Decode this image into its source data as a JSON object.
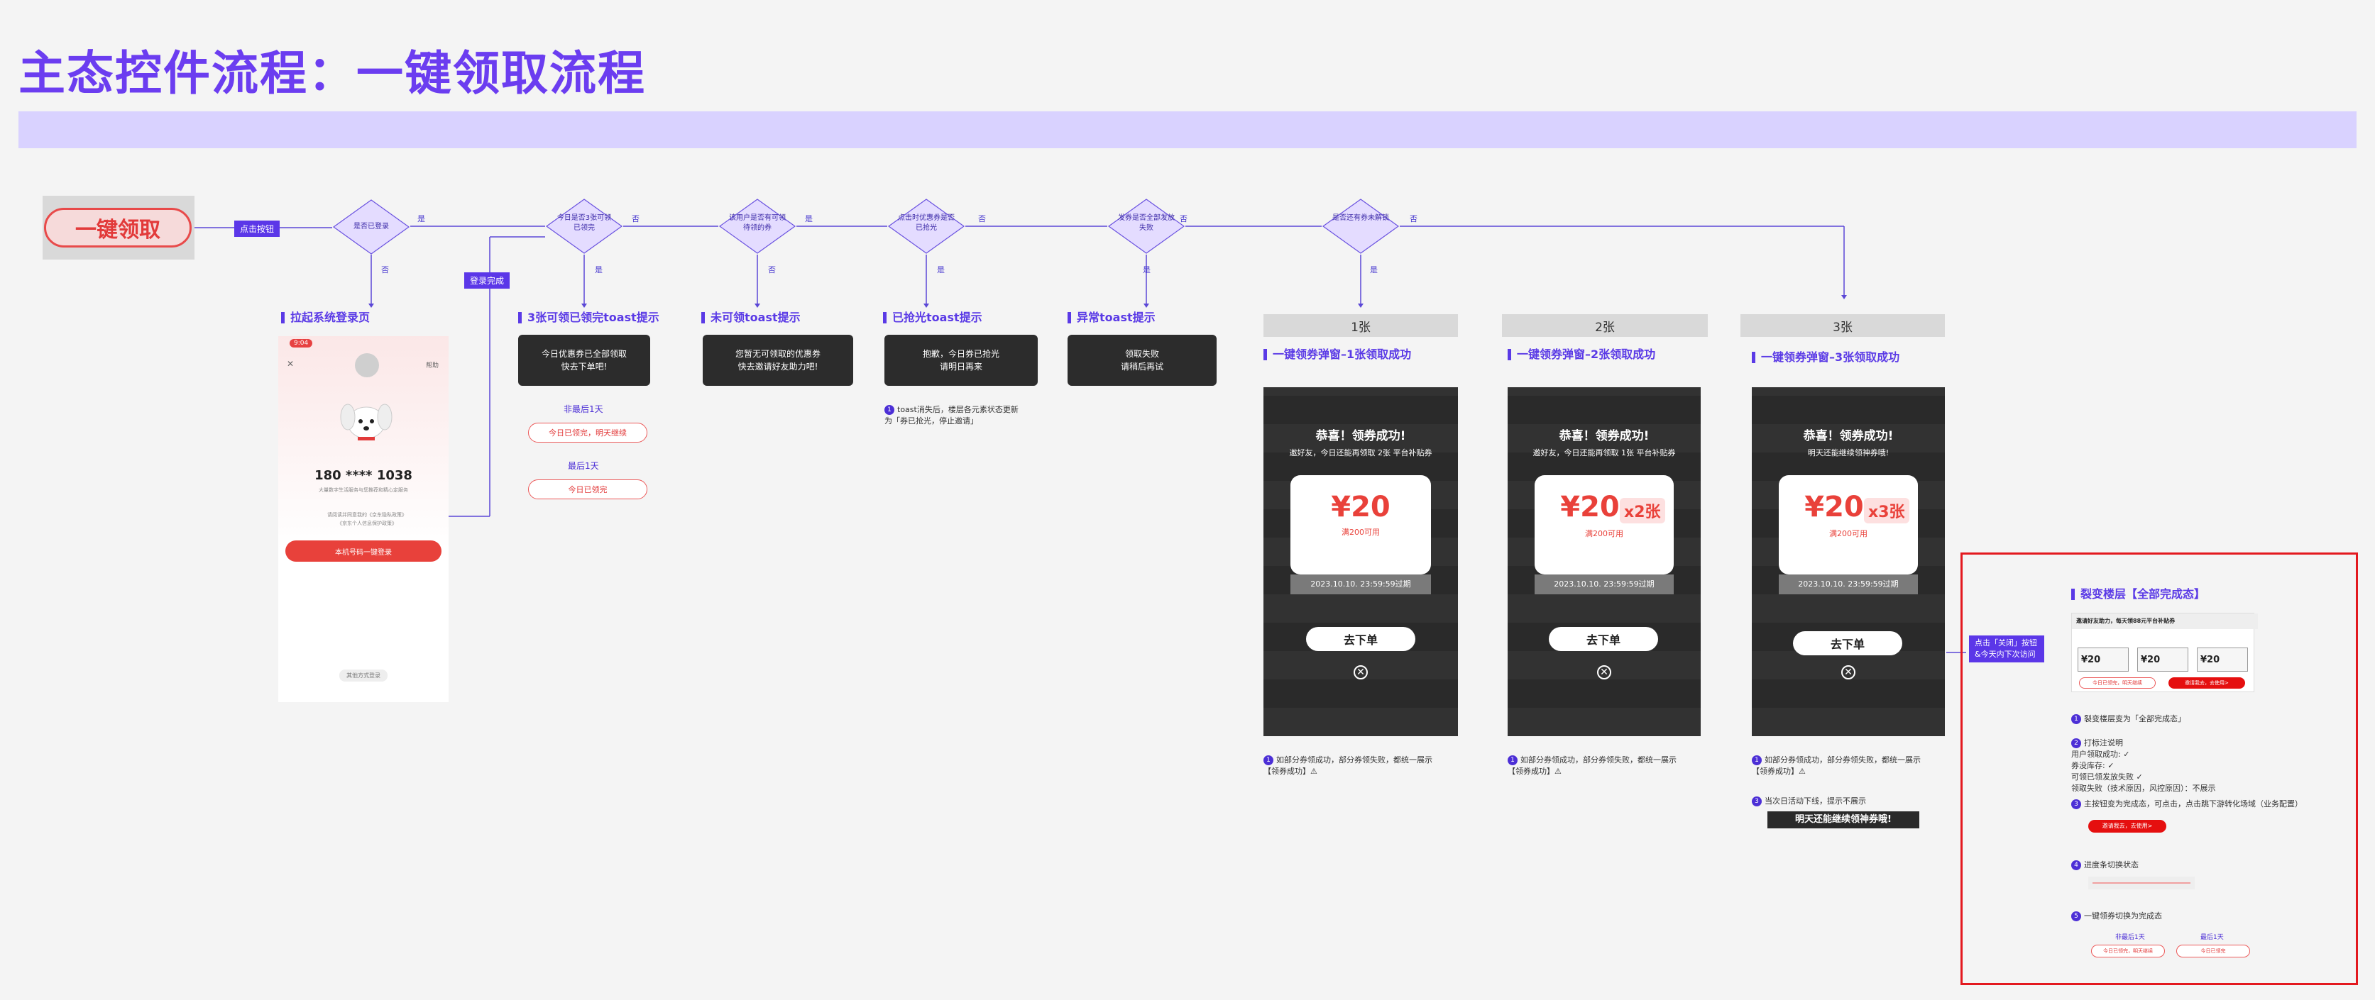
{
  "title": "主态控件流程：一键领取流程",
  "start_button": "一键领取",
  "tags": {
    "click": "点击按钮",
    "login_done": "登录完成",
    "close_click": "点击「关闭」按钮\n&今天内下次访问"
  },
  "decisions": [
    {
      "label": "是否已登录",
      "yes": "是",
      "no": "否"
    },
    {
      "label": "今日是否3张可领已领完",
      "yes": "否",
      "no": "是"
    },
    {
      "label": "该用户是否有可领待领的券",
      "yes": "是",
      "no": "否"
    },
    {
      "label": "点击时优惠券是否已抢光",
      "yes": "否",
      "no": "是"
    },
    {
      "label": "发券是否全部发放失败",
      "yes": "否",
      "no": "是"
    },
    {
      "label": "是否还有券未解锁",
      "yes": "否",
      "no": "是"
    }
  ],
  "login": {
    "title": "拉起系统登录页",
    "time": "9:04",
    "help": "帮助",
    "phone": "180 **** 1038",
    "sub": "大量数字生活服务与您推荐和精心定服务",
    "agree": "请阅读并同意我的《京东隐私政策》\n《京东个人信息保护政策》",
    "button": "本机号码一键登录",
    "other": "其他方式登录"
  },
  "toasts": [
    {
      "title": "3张可领已领完toast提示",
      "text": "今日优惠券已全部领取\n快去下单吧!"
    },
    {
      "title": "未可领toast提示",
      "text": "您暂无可领取的优惠券\n快去邀请好友助力吧!"
    },
    {
      "title": "已抢光toast提示",
      "text": "抱歉，今日券已抢光\n请明日再来"
    },
    {
      "title": "异常toast提示",
      "text": "领取失败\n请稍后再试"
    }
  ],
  "after_state": {
    "label1": "非最后1天",
    "pill1": "今日已领完，明天继续",
    "label2": "最后1天",
    "pill2": "今日已领完"
  },
  "toast_note": "toast消失后，楼层各元素状态更新\n为「券已抢光，停止邀请」",
  "popups": [
    {
      "head": "1张",
      "title": "一键领券弹窗–1张领取成功",
      "h1": "恭喜！领券成功!",
      "h2": "邀好友，今日还能再领取 2张 平台补贴券",
      "value": "¥20",
      "mult": "",
      "cond": "满200可用",
      "expire": "2023.10.10. 23:59:59过期",
      "btn": "去下单",
      "note": "如部分券领成功，部分券领失败，都统一展示\n【领券成功】⚠"
    },
    {
      "head": "2张",
      "title": "一键领券弹窗–2张领取成功",
      "h1": "恭喜！领券成功!",
      "h2": "邀好友，今日还能再领取 1张 平台补贴券",
      "value": "¥20",
      "mult": "x2张",
      "cond": "满200可用",
      "expire": "2023.10.10. 23:59:59过期",
      "btn": "去下单",
      "note": "如部分券领成功，部分券领失败，都统一展示\n【领券成功】⚠"
    },
    {
      "head": "3张",
      "title": "一键领券弹窗–3张领取成功",
      "h1": "恭喜！领券成功!",
      "h2": "明天还能继续领神券哦!",
      "value": "¥20",
      "mult": "x3张",
      "cond": "满200可用",
      "expire": "2023.10.10. 23:59:59过期",
      "btn": "去下单",
      "note": "如部分券领成功，部分券领失败，都统一展示\n【领券成功】⚠"
    }
  ],
  "popup3_extra": {
    "note": "当次日活动下线，提示不展示",
    "banner": "明天还能继续领神券哦!"
  },
  "final": {
    "title": "裂变楼层【全部完成态】",
    "banner": "邀请好友助力，每天领88元平台补贴券",
    "c1": "¥20",
    "c2": "¥20",
    "c3": "¥20",
    "b1": "今日已领完，明天继续",
    "b2": "邀请我去，去使用>",
    "notes": [
      "裂变楼层变为「全部完成态」",
      "打标注说明\n用户领取成功: ✓\n券没库存: ✓\n可领已领发放失败 ✓\n领取失败（技术原因，风控原因）：不展示",
      "主按钮变为完成态，可点击，点击跳下游转化场域（业务配置）",
      "进度条切换状态",
      "一键领券切换为完成态"
    ],
    "n3btn": "邀请我去，去使用>",
    "l1": "非最后1天",
    "p1": "今日已领完，明天继续",
    "l2": "最后1天",
    "p2": "今日已领完"
  },
  "colors": {
    "accent": "#5b37e8",
    "red": "#e23a3a",
    "band": "#d9d2ff"
  }
}
